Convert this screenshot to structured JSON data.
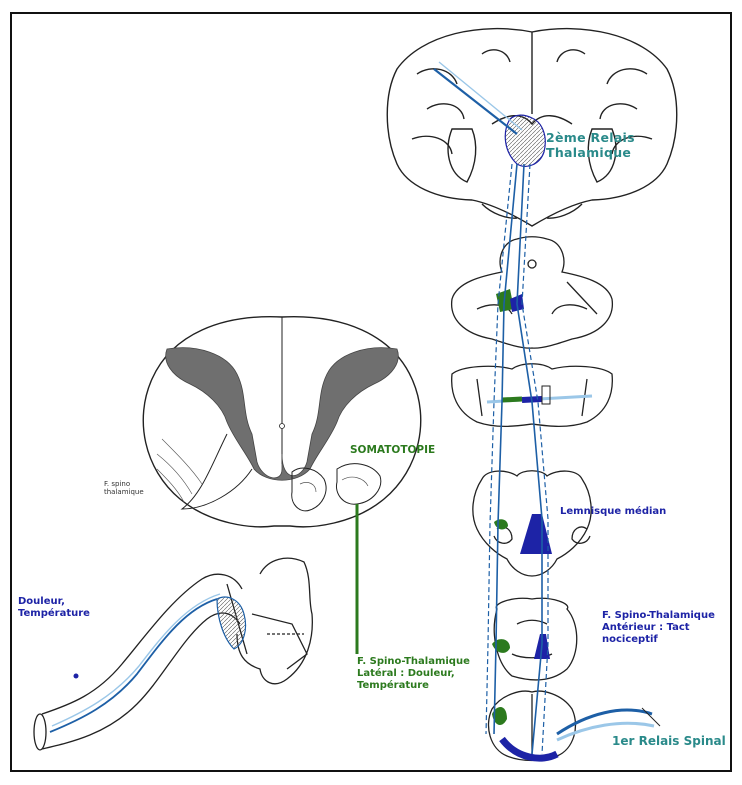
{
  "labels": {
    "relais_thalamique": "2ème Relais Thalamique",
    "relais_thalamique_l1": "2ème Relais",
    "relais_thalamique_l2": "Thalamique",
    "somatotopie": "SOMATOTOPIE",
    "f_spino_thalamique_small_l1": "F. spino",
    "f_spino_thalamique_small_l2": "thalamique",
    "lemnisque_median": "Lemnisque médian",
    "douleur_l1": "Douleur,",
    "douleur_l2": "Température",
    "f_lateral_l1": "F. Spino-Thalamique",
    "f_lateral_l2": "Latéral : Douleur,",
    "f_lateral_l3": "Température",
    "f_anterieur_l1": "F. Spino-Thalamique",
    "f_anterieur_l2": "Antérieur : Tact",
    "f_anterieur_l3": "nociceptif",
    "relais_spinal": "1er Relais Spinal"
  },
  "colors": {
    "outline": "#222222",
    "grey_matter": "#6f6f6f",
    "tract_blue": "#1d23a6",
    "fiber_light": "#9bc7e8",
    "tract_green": "#2c7a1e",
    "label_teal": "#2a8a8a"
  }
}
